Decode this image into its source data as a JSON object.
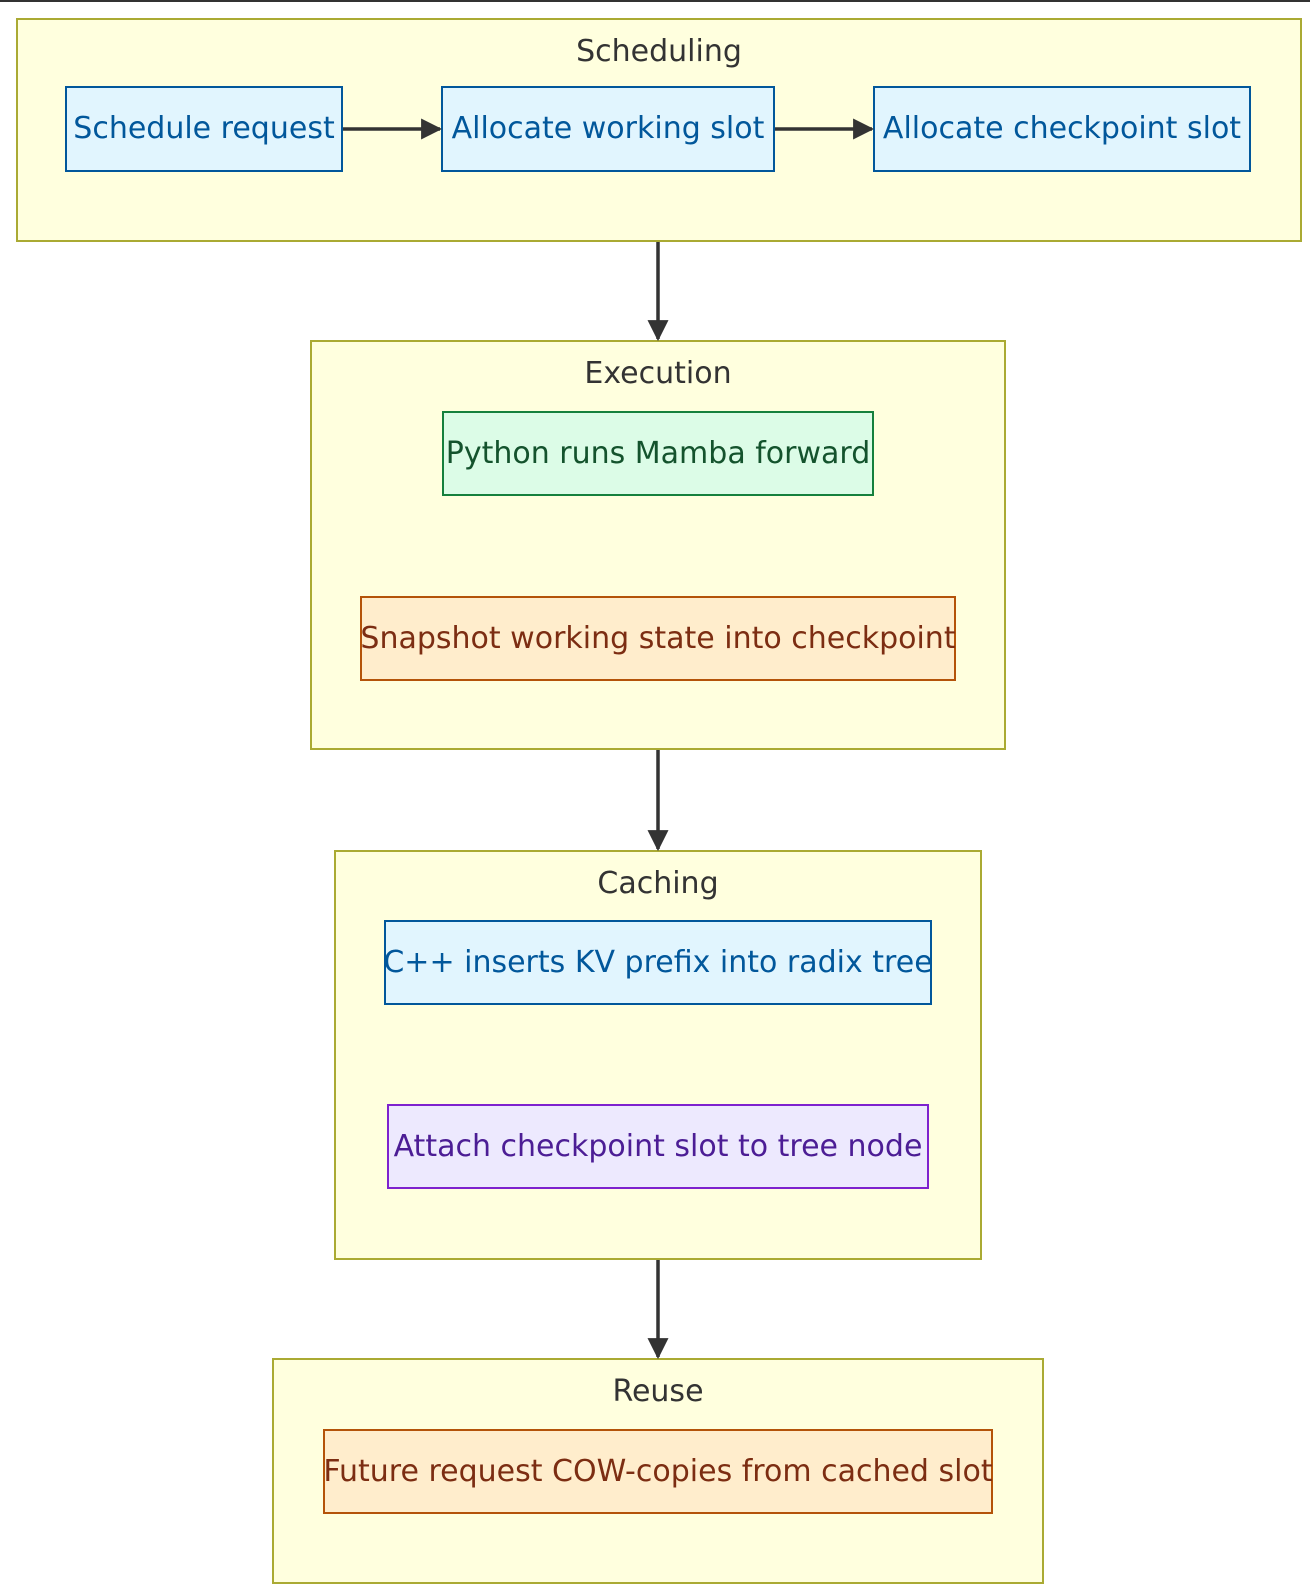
{
  "clusters": {
    "scheduling": {
      "title": "Scheduling"
    },
    "execution": {
      "title": "Execution"
    },
    "caching": {
      "title": "Caching"
    },
    "reuse": {
      "title": "Reuse"
    }
  },
  "nodes": {
    "schedule_request": "Schedule request",
    "allocate_working_slot": "Allocate working slot",
    "allocate_checkpoint_slot": "Allocate checkpoint slot",
    "python_forward": "Python runs Mamba forward",
    "snapshot_state": "Snapshot working state into checkpoint",
    "cpp_insert": "C++ inserts KV prefix into radix tree",
    "attach_checkpoint": "Attach checkpoint slot to tree node",
    "future_request": "Future request COW-copies from cached slot"
  },
  "colors": {
    "cluster_fill": "#ffffde",
    "cluster_border": "#aaaa33",
    "edge": "#333333",
    "blue": "#01579b",
    "green": "#15803d",
    "orange": "#b45309",
    "purple": "#7e22ce"
  }
}
